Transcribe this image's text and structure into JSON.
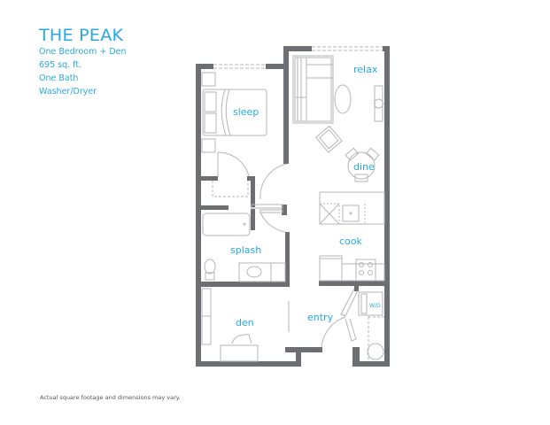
{
  "unit": {
    "name": "THE PEAK",
    "type": "One Bedroom + Den",
    "area": "695 sq. ft.",
    "bath": "One Bath",
    "laundry": "Washer/Dryer"
  },
  "rooms": {
    "relax": "relax",
    "sleep": "sleep",
    "dine": "dine",
    "cook": "cook",
    "splash": "splash",
    "den": "den",
    "entry": "entry",
    "washer_dryer": "W/D"
  },
  "footer": {
    "disclaimer": "Actual square footage and dimensions may vary."
  },
  "colors": {
    "accent": "#29a8e0",
    "wall": "#6d6e71",
    "fixture": "#b5b6b8"
  }
}
